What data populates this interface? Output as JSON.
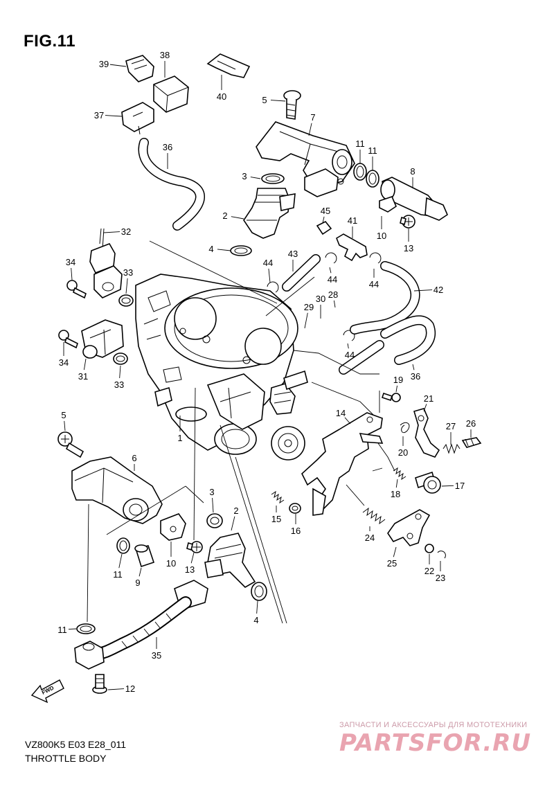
{
  "figure": {
    "label": "FIG.11"
  },
  "footer": {
    "model_code": "VZ800K5 E03 E28_011",
    "section_title": "THROTTLE BODY"
  },
  "fwd_badge": {
    "text": "FWD"
  },
  "watermark": {
    "tagline": "ЗАПЧАСТИ И АКСЕССУАРЫ ДЛЯ МОТОТЕХНИКИ",
    "logo": "PARTSFOR.RU"
  },
  "callouts": [
    {
      "id": "c39",
      "number": "39"
    },
    {
      "id": "c38",
      "number": "38"
    },
    {
      "id": "c40",
      "number": "40"
    },
    {
      "id": "c37",
      "number": "37"
    },
    {
      "id": "c5a",
      "number": "5"
    },
    {
      "id": "c7",
      "number": "7"
    },
    {
      "id": "c36a",
      "number": "36"
    },
    {
      "id": "c11a",
      "number": "11"
    },
    {
      "id": "c11b",
      "number": "11"
    },
    {
      "id": "c3a",
      "number": "3"
    },
    {
      "id": "c8",
      "number": "8"
    },
    {
      "id": "c2a",
      "number": "2"
    },
    {
      "id": "c45",
      "number": "45"
    },
    {
      "id": "c10a",
      "number": "10"
    },
    {
      "id": "c13a",
      "number": "13"
    },
    {
      "id": "c41",
      "number": "41"
    },
    {
      "id": "c32",
      "number": "32"
    },
    {
      "id": "c4a",
      "number": "4"
    },
    {
      "id": "c43",
      "number": "43"
    },
    {
      "id": "c44a",
      "number": "44"
    },
    {
      "id": "c44b",
      "number": "44"
    },
    {
      "id": "c44c",
      "number": "44"
    },
    {
      "id": "c34a",
      "number": "34"
    },
    {
      "id": "c33a",
      "number": "33"
    },
    {
      "id": "c42",
      "number": "42"
    },
    {
      "id": "c29",
      "number": "29"
    },
    {
      "id": "c30",
      "number": "30"
    },
    {
      "id": "c28",
      "number": "28"
    },
    {
      "id": "c34b",
      "number": "34"
    },
    {
      "id": "c44d",
      "number": "44"
    },
    {
      "id": "c31",
      "number": "31"
    },
    {
      "id": "c36b",
      "number": "36"
    },
    {
      "id": "c33b",
      "number": "33"
    },
    {
      "id": "c19",
      "number": "19"
    },
    {
      "id": "c21",
      "number": "21"
    },
    {
      "id": "c5b",
      "number": "5"
    },
    {
      "id": "c14",
      "number": "14"
    },
    {
      "id": "c27",
      "number": "27"
    },
    {
      "id": "c26",
      "number": "26"
    },
    {
      "id": "c1",
      "number": "1"
    },
    {
      "id": "c20",
      "number": "20"
    },
    {
      "id": "c6",
      "number": "6"
    },
    {
      "id": "c17",
      "number": "17"
    },
    {
      "id": "c18",
      "number": "18"
    },
    {
      "id": "c3b",
      "number": "3"
    },
    {
      "id": "c2b",
      "number": "2"
    },
    {
      "id": "c15",
      "number": "15"
    },
    {
      "id": "c16",
      "number": "16"
    },
    {
      "id": "c24",
      "number": "24"
    },
    {
      "id": "c10b",
      "number": "10"
    },
    {
      "id": "c13b",
      "number": "13"
    },
    {
      "id": "c11c",
      "number": "11"
    },
    {
      "id": "c9",
      "number": "9"
    },
    {
      "id": "c25",
      "number": "25"
    },
    {
      "id": "c22",
      "number": "22"
    },
    {
      "id": "c23",
      "number": "23"
    },
    {
      "id": "c4b",
      "number": "4"
    },
    {
      "id": "c11d",
      "number": "11"
    },
    {
      "id": "c35",
      "number": "35"
    },
    {
      "id": "c12",
      "number": "12"
    }
  ]
}
